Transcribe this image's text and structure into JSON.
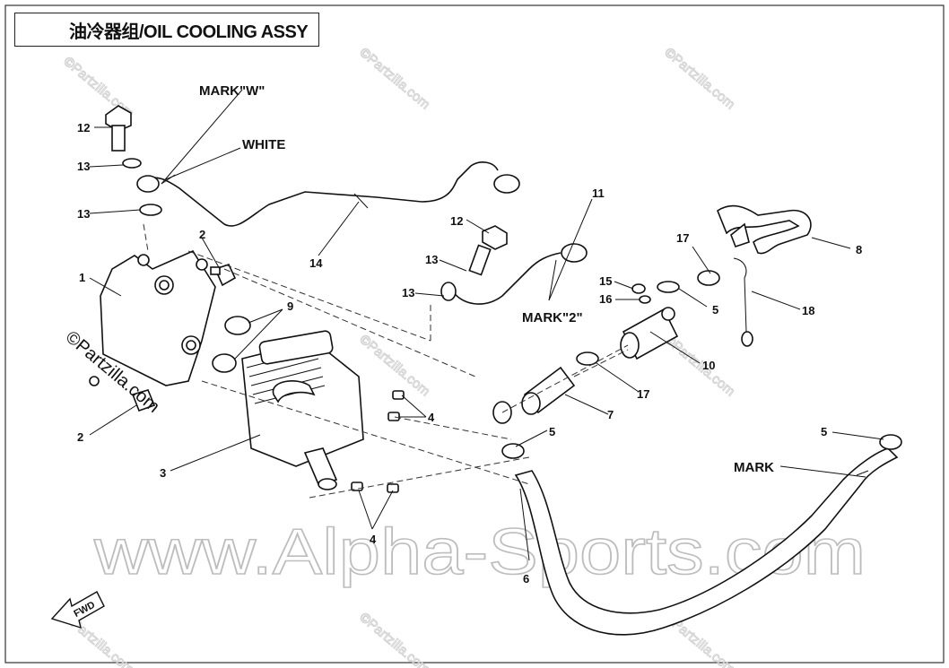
{
  "title": "油冷器组/OIL COOLING ASSY",
  "watermarks": {
    "small": "©Partzilla.com",
    "side": "©Partzilla.com",
    "large": "www.Alpha-Sports.com"
  },
  "callouts": {
    "mark_w": "MARK\"W\"",
    "white": "WHITE",
    "mark_2": "MARK\"2\"",
    "mark": "MARK",
    "fwd": "FWD"
  },
  "part_numbers": {
    "p1": "1",
    "p2a": "2",
    "p2b": "2",
    "p3": "3",
    "p4a": "4",
    "p4b": "4",
    "p5a": "5",
    "p5b": "5",
    "p5c": "5",
    "p6": "6",
    "p7": "7",
    "p8": "8",
    "p9": "9",
    "p10": "10",
    "p11": "11",
    "p12a": "12",
    "p12b": "12",
    "p13a": "13",
    "p13b": "13",
    "p13c": "13",
    "p13d": "13",
    "p14": "14",
    "p15": "15",
    "p16": "16",
    "p17a": "17",
    "p17b": "17",
    "p18": "18"
  }
}
